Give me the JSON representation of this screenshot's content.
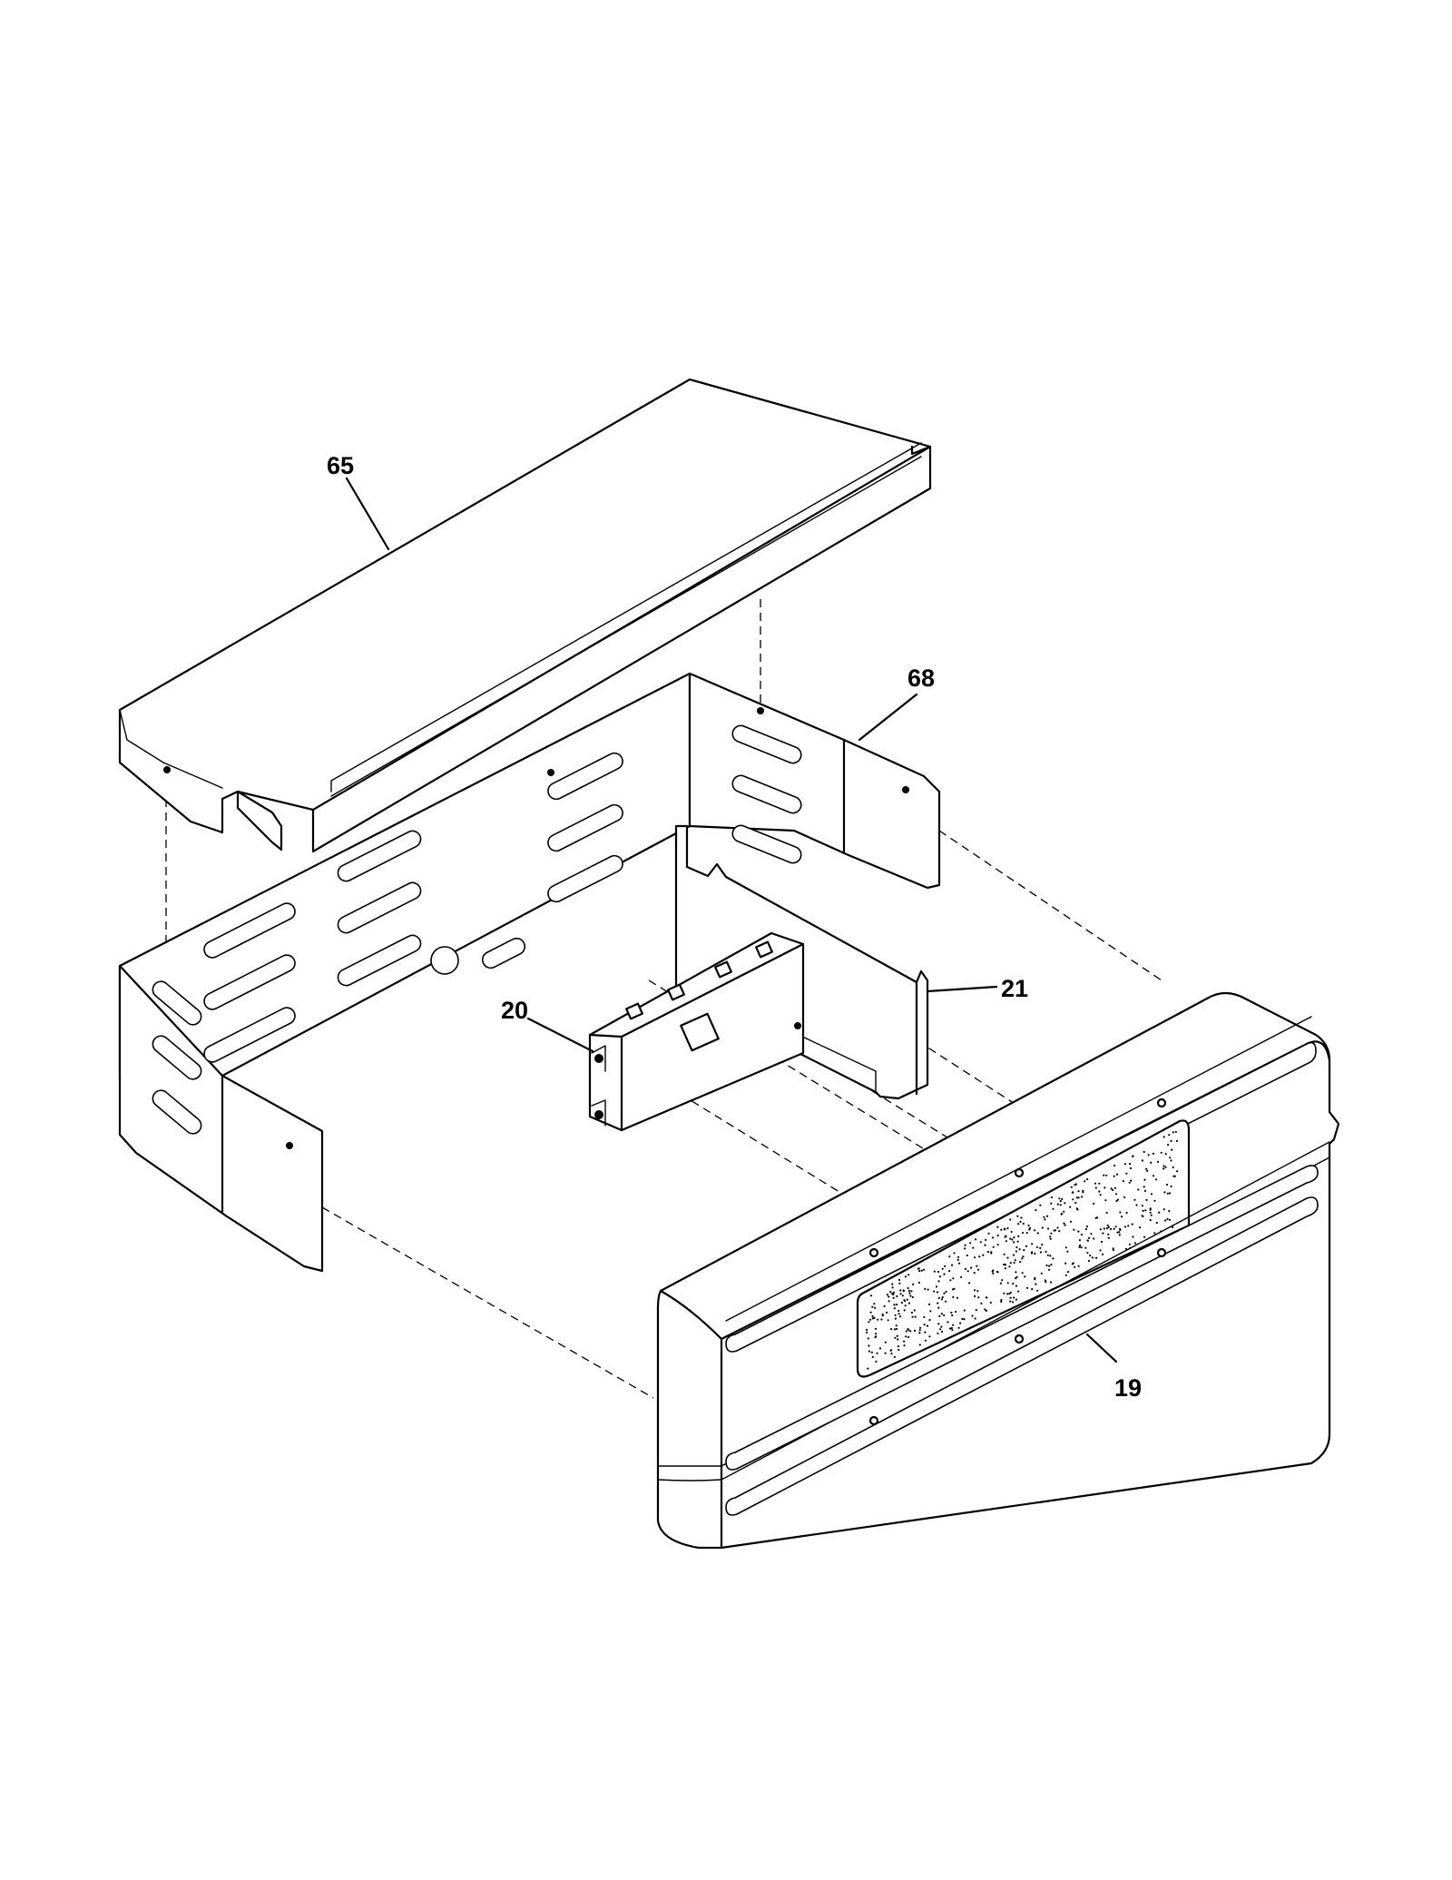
{
  "callouts": [
    {
      "id": "65",
      "text": "65"
    },
    {
      "id": "68",
      "text": "68"
    },
    {
      "id": "21",
      "text": "21"
    },
    {
      "id": "20",
      "text": "20"
    },
    {
      "id": "19",
      "text": "19"
    }
  ]
}
